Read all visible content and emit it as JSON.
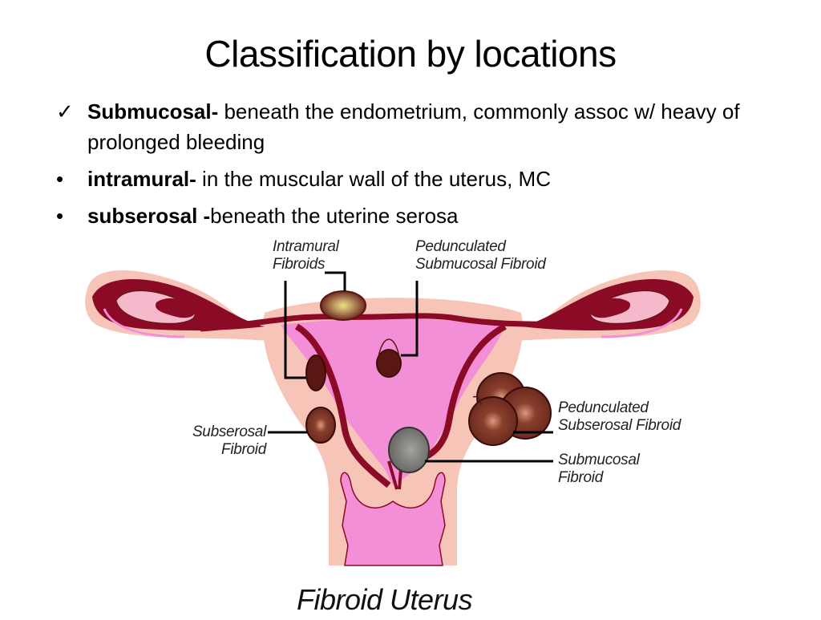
{
  "slide": {
    "title": "Classification by locations",
    "bullets": [
      {
        "marker": "✓",
        "marker_icon": "check-icon",
        "term": "Submucosal-",
        "text": " beneath the endometrium, commonly assoc w/ heavy of prolonged bleeding"
      },
      {
        "marker": "•",
        "marker_icon": "bullet-icon",
        "term": " intramural-",
        "text": " in the muscular wall of the uterus, MC"
      },
      {
        "marker": "•",
        "marker_icon": "bullet-icon",
        "term": "subserosal -",
        "text": "beneath the uterine serosa"
      }
    ]
  },
  "diagram": {
    "labels": {
      "intramural_1": "Intramural",
      "intramural_2": "Fibroids",
      "ped_submucosal_1": "Pedunculated",
      "ped_submucosal_2": "Submucosal Fibroid",
      "subserosal_1": "Subserosal",
      "subserosal_2": "Fibroid",
      "ped_subserosal_1": "Pedunculated",
      "ped_subserosal_2": "Subserosal Fibroid",
      "submucosal_1": "Submucosal",
      "submucosal_2": "Fibroid"
    },
    "caption": "Fibroid Uterus",
    "colors": {
      "outer": "#f7c5b8",
      "cavity": "#f28fd6",
      "wall": "#8b0a25",
      "fibroid_brown": "#7a3527",
      "fibroid_dark": "#5a1612",
      "fibroid_gray": "#8a8a88"
    }
  }
}
